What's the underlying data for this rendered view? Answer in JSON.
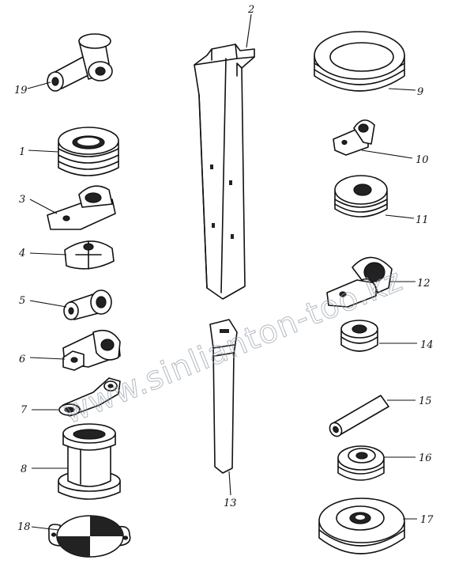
{
  "watermark": "www.sinlianton-too.kz",
  "labels": {
    "p1": "1",
    "p2": "2",
    "p3": "3",
    "p4": "4",
    "p5": "5",
    "p6": "6",
    "p7": "7",
    "p8": "8",
    "p9": "9",
    "p10": "10",
    "p11": "11",
    "p12": "12",
    "p13": "13",
    "p14": "14",
    "p15": "15",
    "p16": "16",
    "p17": "17",
    "p18": "18",
    "p19": "19"
  }
}
